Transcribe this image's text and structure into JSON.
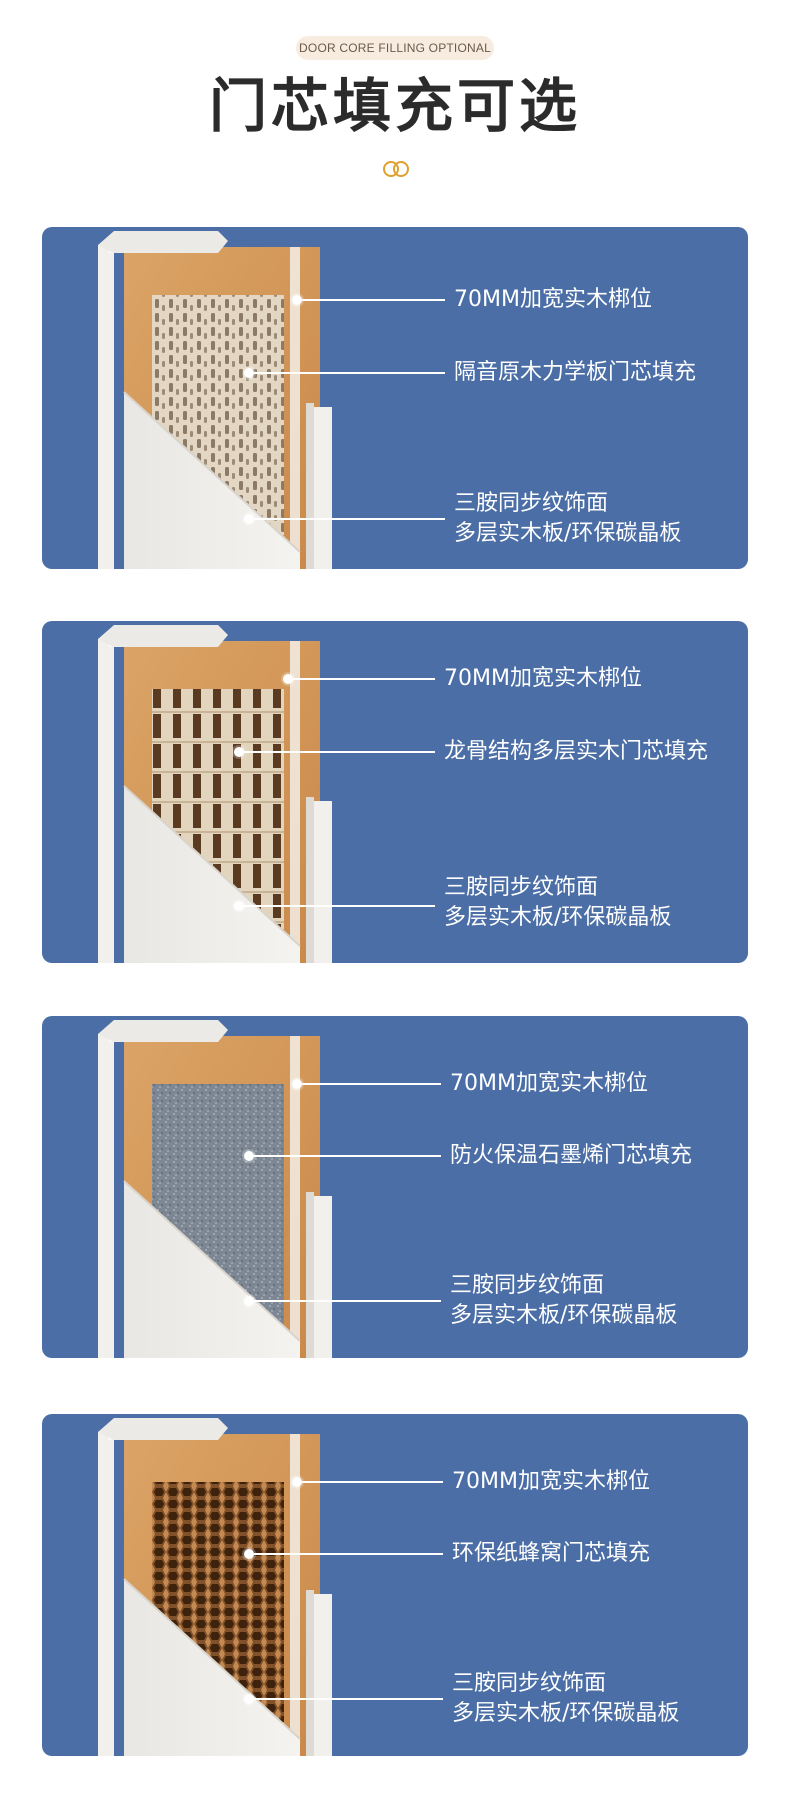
{
  "header": {
    "tag": "DOOR CORE FILLING OPTIONAL",
    "title": "门芯填充可选",
    "ornament_icon": "double-ring-icon"
  },
  "colors": {
    "panel": "#4a6ea5",
    "title": "#2b2b2b",
    "tag_bg": "#f7ecdf",
    "accent": "#e0a030",
    "wood": "#d49a5c"
  },
  "panels": [
    {
      "core": "perforated-board",
      "labels": {
        "top": "70MM加宽实木梆位",
        "middle": "隔音原木力学板门芯填充",
        "bottom_line1": "三胺同步纹饰面",
        "bottom_line2": "多层实木板/环保碳晶板"
      }
    },
    {
      "core": "wood-grid",
      "labels": {
        "top": "70MM加宽实木梆位",
        "middle": "龙骨结构多层实木门芯填充",
        "bottom_line1": "三胺同步纹饰面",
        "bottom_line2": "多层实木板/环保碳晶板"
      }
    },
    {
      "core": "graphene-foam",
      "labels": {
        "top": "70MM加宽实木梆位",
        "middle": "防火保温石墨烯门芯填充",
        "bottom_line1": "三胺同步纹饰面",
        "bottom_line2": "多层实木板/环保碳晶板"
      }
    },
    {
      "core": "paper-honeycomb",
      "labels": {
        "top": "70MM加宽实木梆位",
        "middle": "环保纸蜂窝门芯填充",
        "bottom_line1": "三胺同步纹饰面",
        "bottom_line2": "多层实木板/环保碳晶板"
      }
    }
  ]
}
